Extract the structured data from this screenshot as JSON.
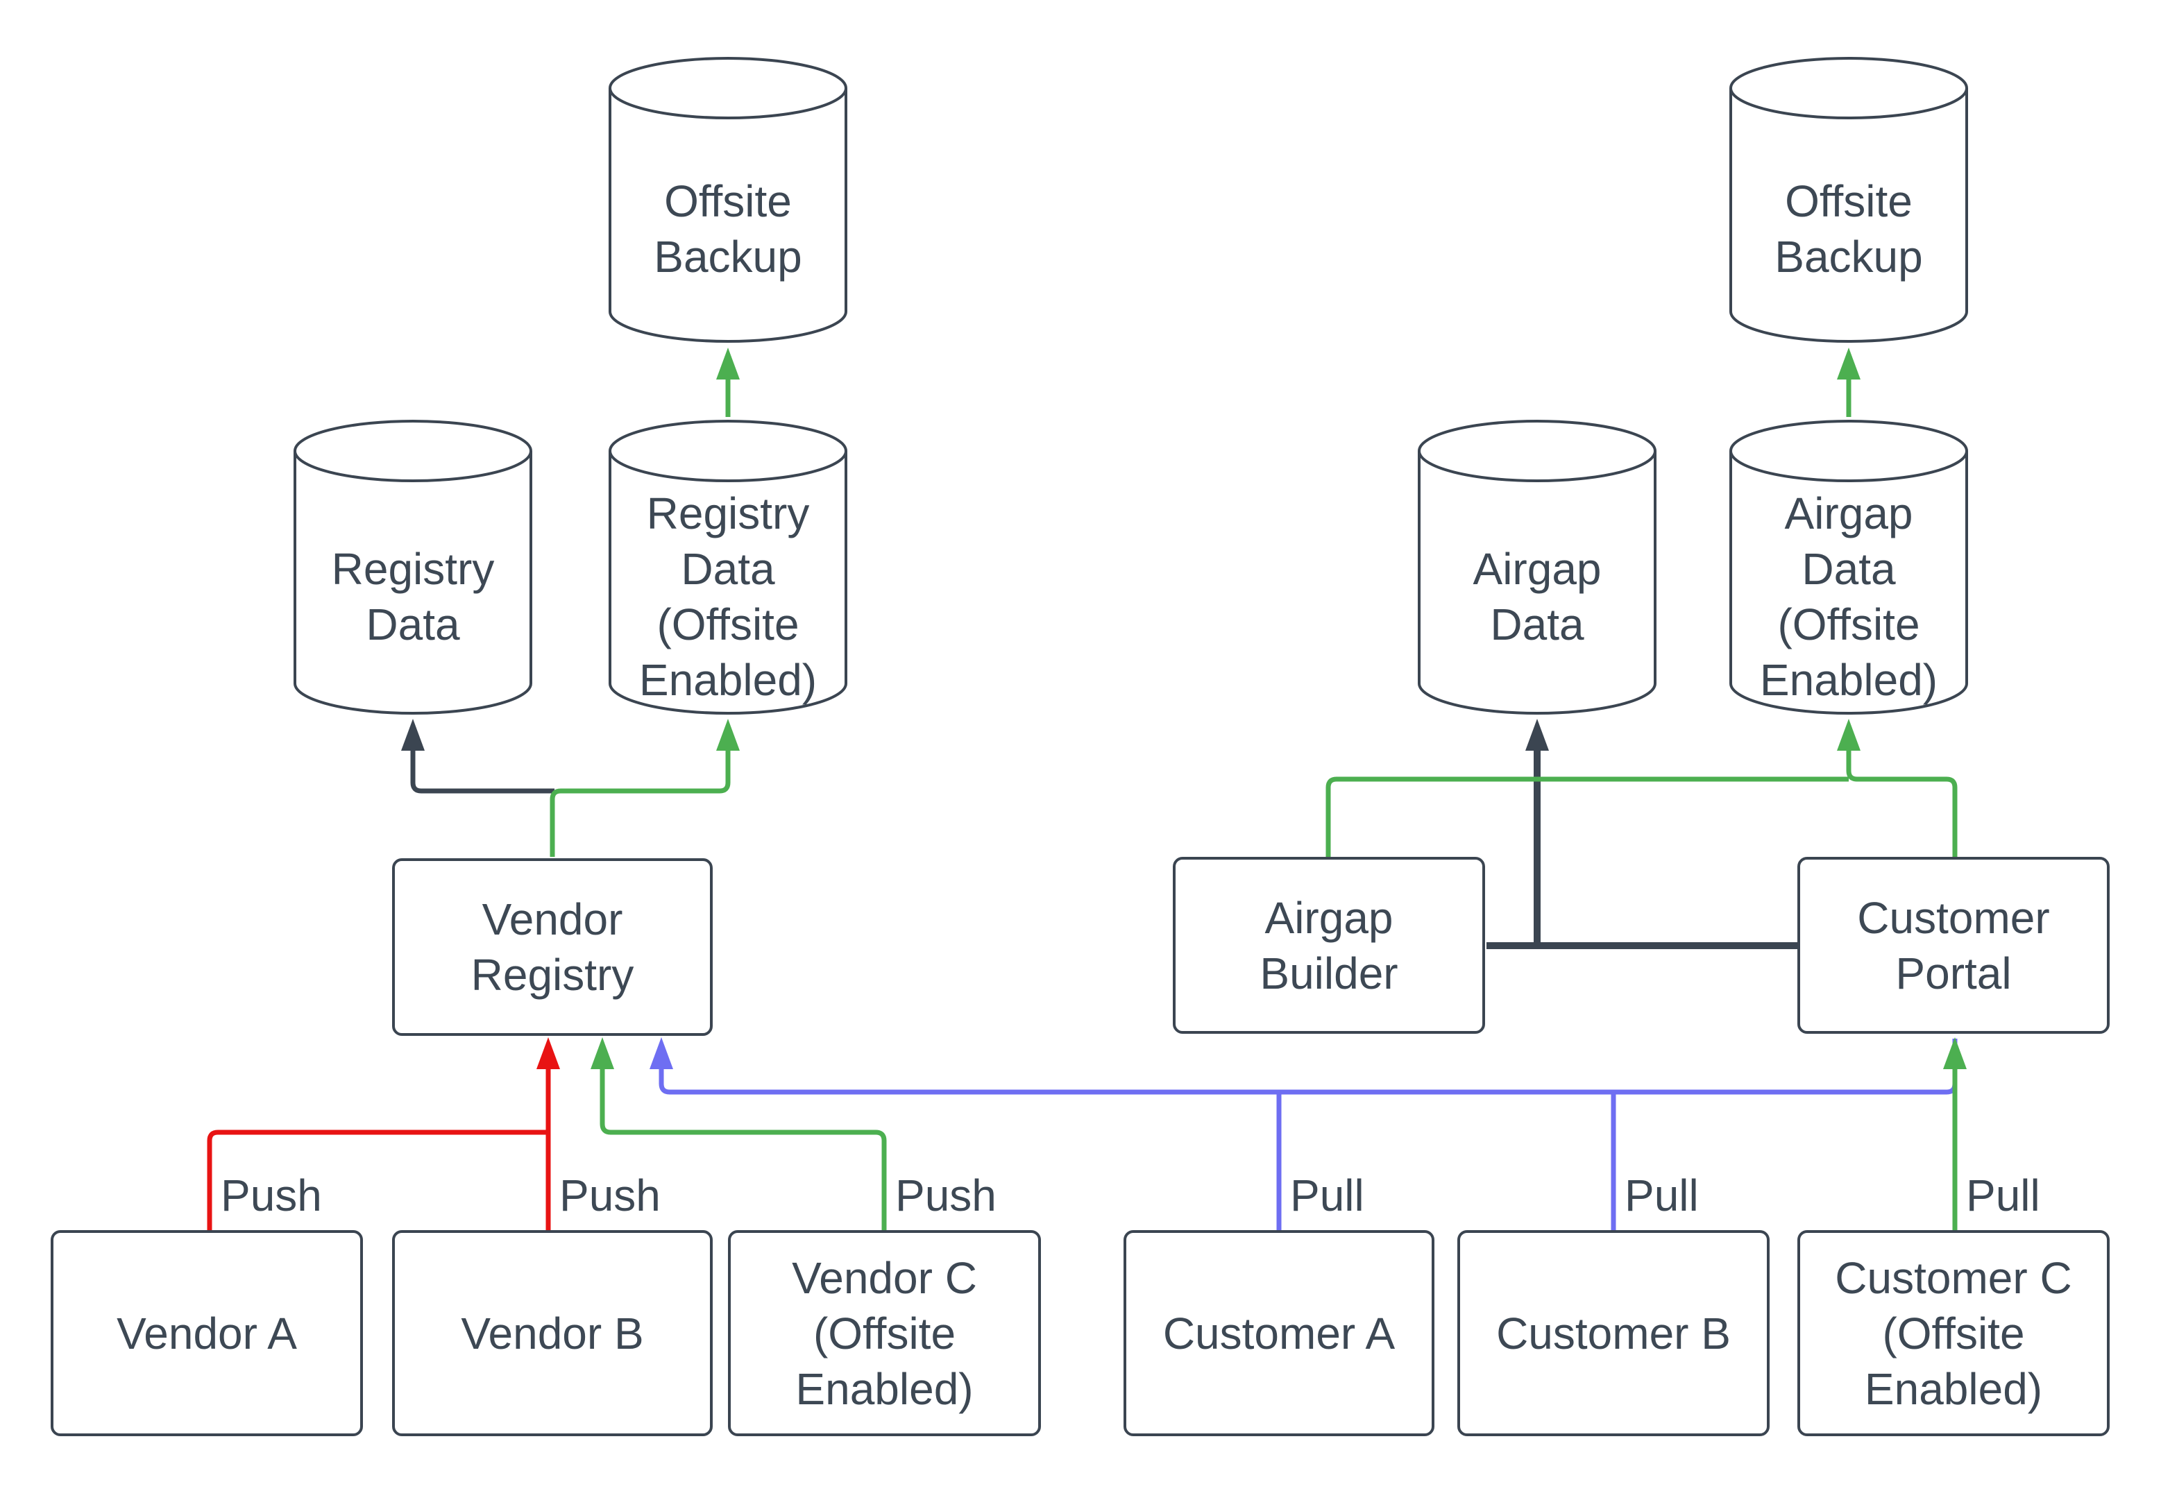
{
  "colors": {
    "stroke_dark": "#3b4551",
    "text": "#3d4854",
    "green": "#4caf50",
    "red": "#e81313",
    "blue": "#6e6ef2",
    "background": "#ffffff"
  },
  "nodes": {
    "offsite_backup_left": {
      "label": "Offsite\nBackup",
      "shape": "cylinder"
    },
    "registry_data": {
      "label": "Registry\nData",
      "shape": "cylinder"
    },
    "registry_data_offsite": {
      "label": "Registry\nData\n(Offsite\nEnabled)",
      "shape": "cylinder"
    },
    "vendor_registry": {
      "label": "Vendor\nRegistry",
      "shape": "rectangle"
    },
    "vendor_a": {
      "label": "Vendor A",
      "shape": "rectangle"
    },
    "vendor_b": {
      "label": "Vendor B",
      "shape": "rectangle"
    },
    "vendor_c": {
      "label": "Vendor C\n(Offsite\nEnabled)",
      "shape": "rectangle"
    },
    "offsite_backup_right": {
      "label": "Offsite\nBackup",
      "shape": "cylinder"
    },
    "airgap_data": {
      "label": "Airgap\nData",
      "shape": "cylinder"
    },
    "airgap_data_offsite": {
      "label": "Airgap\nData\n(Offsite\nEnabled)",
      "shape": "cylinder"
    },
    "airgap_builder": {
      "label": "Airgap\nBuilder",
      "shape": "rectangle"
    },
    "customer_portal": {
      "label": "Customer\nPortal",
      "shape": "rectangle"
    },
    "customer_a": {
      "label": "Customer A",
      "shape": "rectangle"
    },
    "customer_b": {
      "label": "Customer B",
      "shape": "rectangle"
    },
    "customer_c": {
      "label": "Customer C\n(Offsite\nEnabled)",
      "shape": "rectangle"
    }
  },
  "edge_labels": {
    "push_vendor_a": "Push",
    "push_vendor_b": "Push",
    "push_vendor_c": "Push",
    "pull_customer_a": "Pull",
    "pull_customer_b": "Pull",
    "pull_customer_c": "Pull"
  },
  "edges": [
    {
      "from": "vendor_registry",
      "to": "registry_data",
      "color": "dark"
    },
    {
      "from": "vendor_registry",
      "to": "registry_data_offsite",
      "color": "green"
    },
    {
      "from": "registry_data_offsite",
      "to": "offsite_backup_left",
      "color": "green"
    },
    {
      "from": "vendor_a",
      "to": "vendor_registry",
      "color": "red",
      "label": "Push"
    },
    {
      "from": "vendor_b",
      "to": "vendor_registry",
      "color": "red",
      "label": "Push"
    },
    {
      "from": "vendor_c",
      "to": "vendor_registry",
      "color": "green",
      "label": "Push"
    },
    {
      "from": "customer_a",
      "to": "vendor_registry",
      "color": "blue",
      "label": "Pull"
    },
    {
      "from": "customer_b",
      "to": "vendor_registry",
      "color": "blue",
      "label": "Pull"
    },
    {
      "from": "customer_c",
      "to": "customer_portal",
      "color": "green",
      "label": "Pull"
    },
    {
      "from": "airgap_builder",
      "to": "airgap_data",
      "color": "dark"
    },
    {
      "from": "customer_portal",
      "to": "airgap_builder",
      "color": "dark"
    },
    {
      "from": "airgap_builder",
      "to": "airgap_data_offsite",
      "color": "green"
    },
    {
      "from": "customer_portal",
      "to": "airgap_data_offsite",
      "color": "green"
    },
    {
      "from": "airgap_data_offsite",
      "to": "offsite_backup_right",
      "color": "green"
    }
  ]
}
